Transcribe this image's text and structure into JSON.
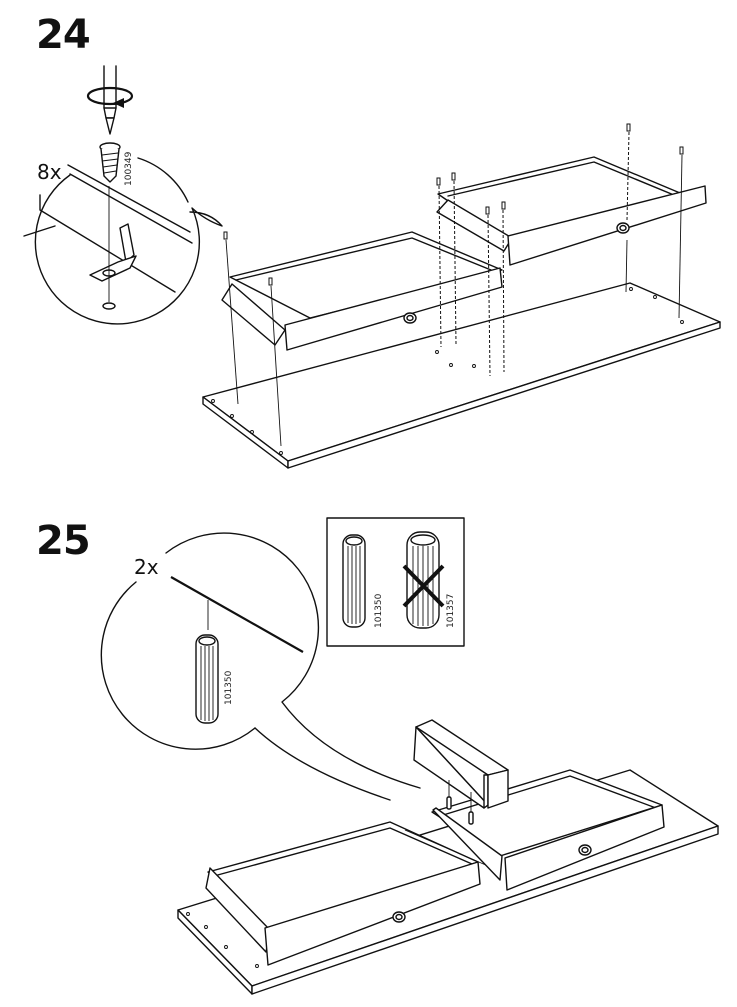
{
  "steps": [
    {
      "number": "24",
      "detail_callout": {
        "quantity": "8x",
        "part_number": "100349",
        "part": "screw-icon",
        "tool": "phillips-screwdriver-icon",
        "action": "rotate-clockwise-arrow-icon"
      },
      "main_illustration": "two-drawers-screwed-to-base-panel",
      "screws_shown": 8
    },
    {
      "number": "25",
      "detail_callout": {
        "quantity": "2x",
        "part_number": "101350",
        "part": "dowel-icon"
      },
      "comparison_box": {
        "correct_part": "101350",
        "incorrect_part": "101357",
        "incorrect_mark": "cross-out-x-icon"
      },
      "main_illustration": "divider-panel-inserted-with-dowels-between-drawers"
    }
  ]
}
